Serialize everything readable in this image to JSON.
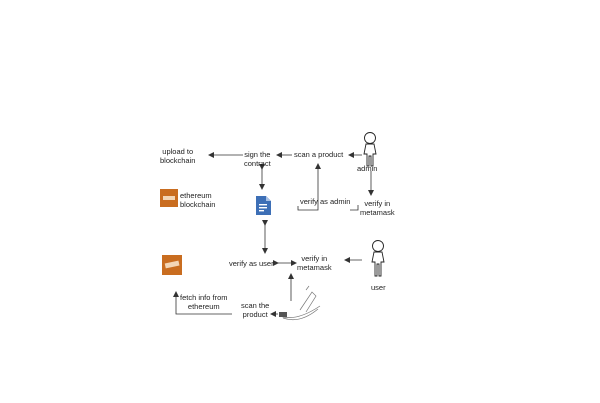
{
  "diagram": {
    "nodes": {
      "upload_to_blockchain": "upload to\nblockchain",
      "sign_the_contract": "sign the\ncontract",
      "scan_a_product": "scan a product",
      "admin": "admin",
      "ethereum_blockchain": "ethereum\nblockchain",
      "verify_as_admin": "verify as admin",
      "verify_in_metamask_admin": "verify in\nmetamask",
      "verify_as_user": "verify as user",
      "verify_in_metamask_user": "verify in\nmetamask",
      "user": "user",
      "fetch_info": "fetch info from\nethereum",
      "scan_the_product": "scan the\nproduct"
    },
    "icons": {
      "ethereum_logo_top": "ethereum-box-icon",
      "ethereum_logo_bottom": "ethereum-box-icon",
      "contract_document": "document-icon",
      "admin_figure": "stick-figure-icon",
      "user_figure": "stick-figure-icon",
      "scanner": "barcode-scanner-icon"
    },
    "colors": {
      "line": "#333333",
      "ethereum_box": "#c96d20",
      "document": "#3d6fb6"
    }
  }
}
